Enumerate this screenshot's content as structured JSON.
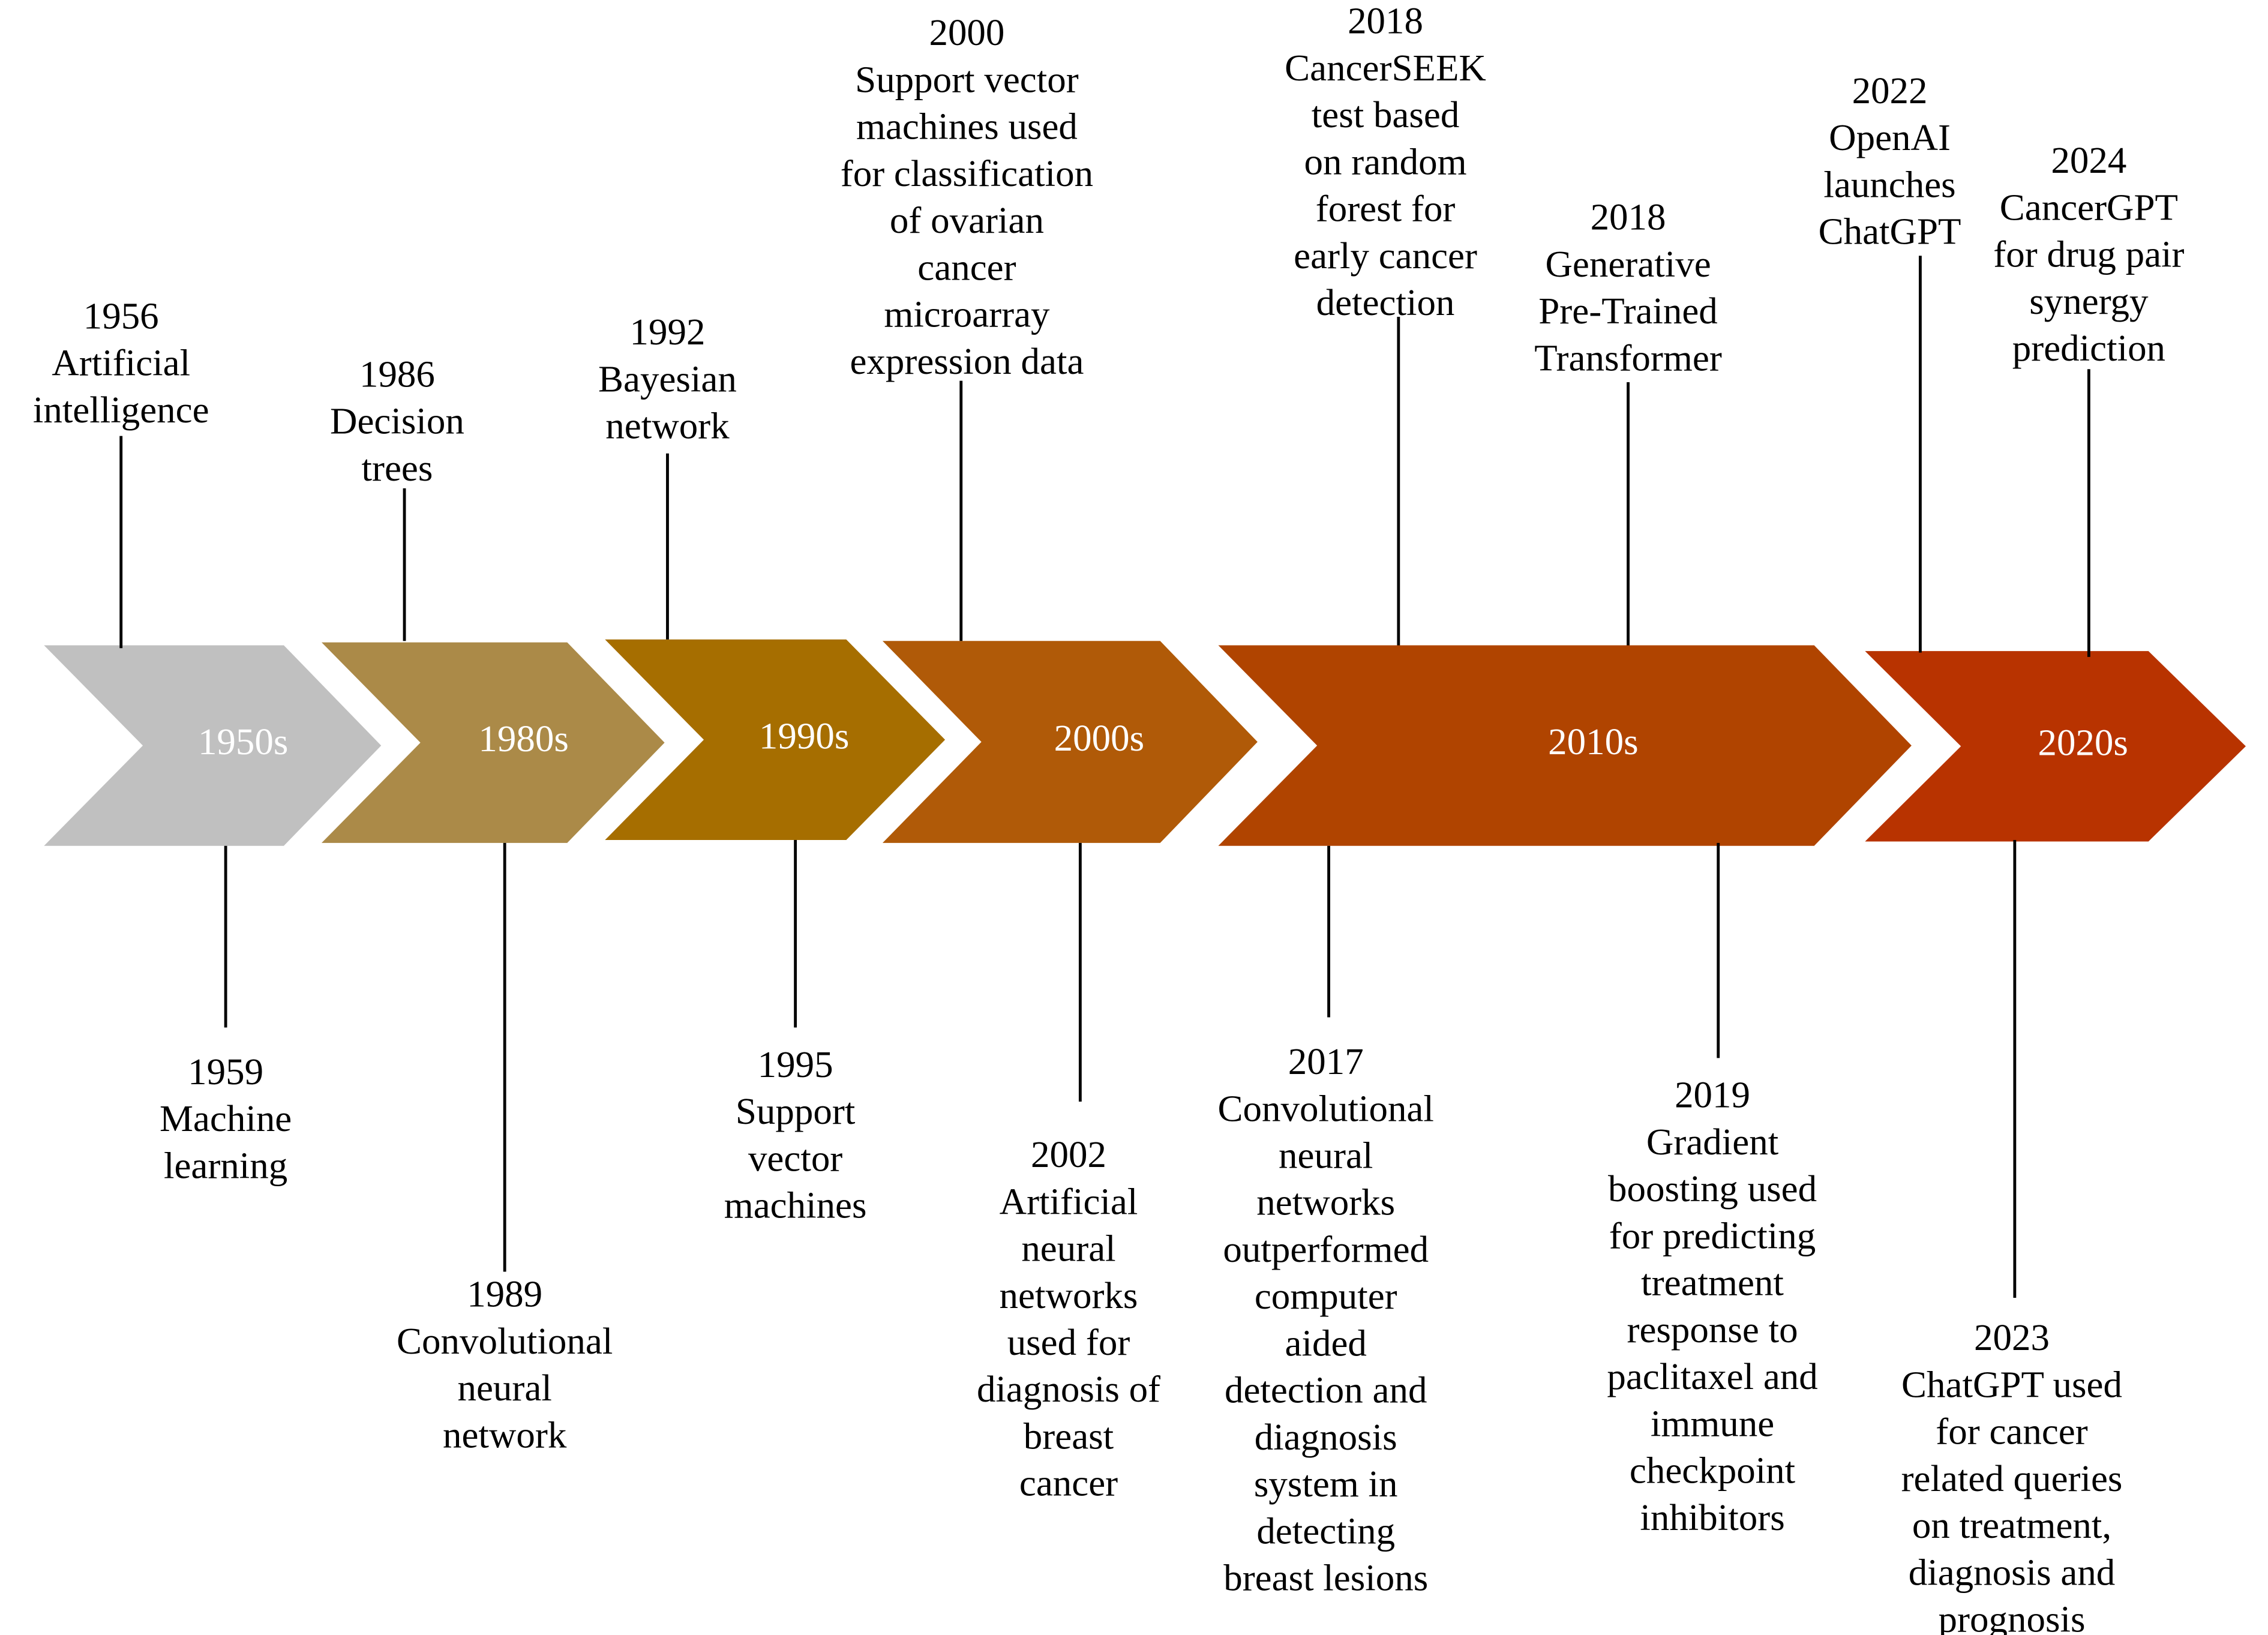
{
  "eras": [
    {
      "label": "1950s",
      "color": "#c0c0c0"
    },
    {
      "label": "1980s",
      "color": "#ab8a48"
    },
    {
      "label": "1990s",
      "color": "#a66e00"
    },
    {
      "label": "2000s",
      "color": "#b05a08"
    },
    {
      "label": "2010s",
      "color": "#b04400"
    },
    {
      "label": "2020s",
      "color": "#b83300"
    }
  ],
  "events_top": [
    {
      "year": "1956",
      "lines": [
        "Artificial",
        "intelligence"
      ]
    },
    {
      "year": "1986",
      "lines": [
        "Decision",
        "trees"
      ]
    },
    {
      "year": "1992",
      "lines": [
        "Bayesian",
        "network"
      ]
    },
    {
      "year": "2000",
      "lines": [
        "Support vector",
        "machines used",
        "for classification",
        "of ovarian",
        "cancer",
        "microarray",
        "expression data"
      ]
    },
    {
      "year": "2018",
      "lines": [
        "CancerSEEK",
        "test based",
        "on random",
        "forest for",
        "early cancer",
        "detection"
      ]
    },
    {
      "year": "2018",
      "lines": [
        "Generative",
        "Pre-Trained",
        "Transformer"
      ]
    },
    {
      "year": "2022",
      "lines": [
        "OpenAI",
        "launches",
        "ChatGPT"
      ]
    },
    {
      "year": "2024",
      "lines": [
        "CancerGPT",
        "for drug pair",
        "synergy",
        "prediction"
      ]
    }
  ],
  "events_bottom": [
    {
      "year": "1959",
      "lines": [
        "Machine",
        "learning"
      ]
    },
    {
      "year": "1989",
      "lines": [
        "Convolutional",
        "neural",
        "network"
      ]
    },
    {
      "year": "1995",
      "lines": [
        "Support",
        "vector",
        "machines"
      ]
    },
    {
      "year": "2002",
      "lines": [
        "Artificial",
        "neural",
        "networks",
        "used for",
        "diagnosis of",
        "breast",
        "cancer"
      ]
    },
    {
      "year": "2017",
      "lines": [
        "Convolutional",
        "neural",
        "networks",
        "outperformed",
        "computer",
        "aided",
        "detection and",
        "diagnosis",
        "system in",
        "detecting",
        "breast lesions"
      ]
    },
    {
      "year": "2019",
      "lines": [
        "Gradient",
        "boosting used",
        "for predicting",
        "treatment",
        "response to",
        "paclitaxel and",
        "immune",
        "checkpoint",
        "inhibitors"
      ]
    },
    {
      "year": "2023",
      "lines": [
        "ChatGPT used",
        "for cancer",
        "related queries",
        "on treatment,",
        "diagnosis and",
        "prognosis"
      ]
    }
  ]
}
